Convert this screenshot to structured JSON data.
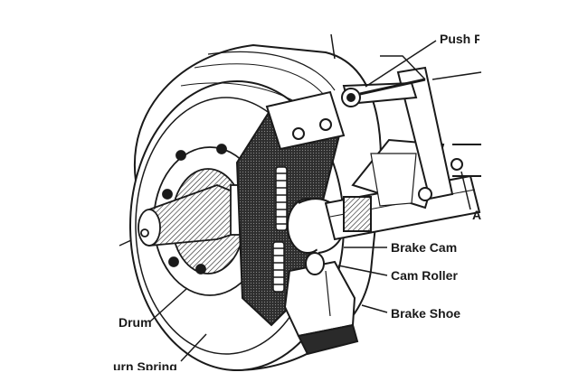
{
  "labels": {
    "push": "Push R",
    "brake_cam": "Brake Cam",
    "cam_roller": "Cam Roller",
    "brake_shoe": "Brake Shoe",
    "drum": "Drum",
    "return_spring": "urn Spring",
    "a_label": "A"
  },
  "colors": {
    "ink": "#1a1a1a",
    "background": "#ffffff",
    "shade": "#3a3a3a"
  }
}
